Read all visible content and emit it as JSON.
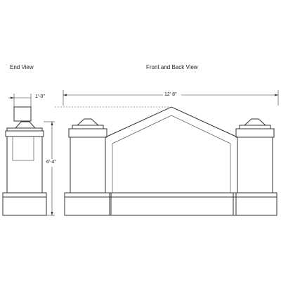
{
  "labels": {
    "end_view": "End View",
    "front_back_view": "Front and Back View"
  },
  "dimensions": {
    "end_width": "1'-0\"",
    "height": "6'-4\"",
    "total_width": "12' 8\""
  },
  "colors": {
    "line": "#333333",
    "background": "#ffffff"
  }
}
